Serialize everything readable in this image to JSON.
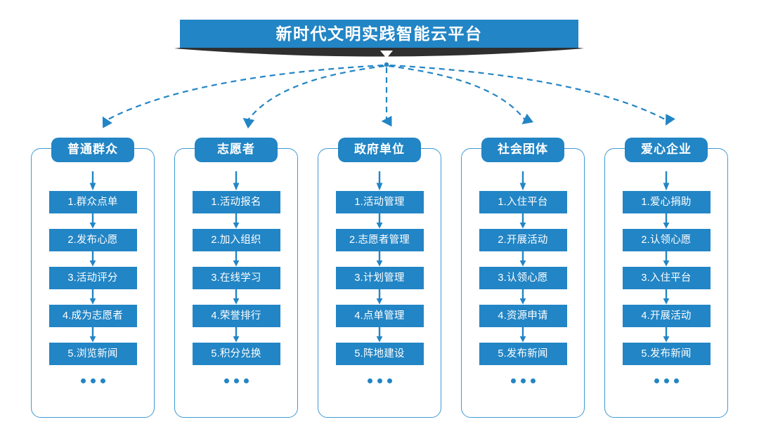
{
  "header": {
    "title": "新时代文明实践智能云平台",
    "chevron_icon": "chevron-down-icon"
  },
  "colors": {
    "primary": "#2285c5",
    "frame_border": "#3f9ad4",
    "ribbon": "#2f2f2f",
    "background": "#ffffff",
    "text_on_primary": "#ffffff"
  },
  "ellipsis_label": "...",
  "columns": [
    {
      "id": "public",
      "header": "普通群众",
      "steps": [
        "1.群众点单",
        "2.发布心愿",
        "3.活动评分",
        "4.成为志愿者",
        "5.浏览新闻"
      ],
      "more": true
    },
    {
      "id": "volunteer",
      "header": "志愿者",
      "steps": [
        "1.活动报名",
        "2.加入组织",
        "3.在线学习",
        "4.荣誉排行",
        "5.积分兑换"
      ],
      "more": true
    },
    {
      "id": "government",
      "header": "政府单位",
      "steps": [
        "1.活动管理",
        "2.志愿者管理",
        "3.计划管理",
        "4.点单管理",
        "5.阵地建设"
      ],
      "more": true
    },
    {
      "id": "social-group",
      "header": "社会团体",
      "steps": [
        "1.入住平台",
        "2.开展活动",
        "3.认领心愿",
        "4.资源申请",
        "5.发布新闻"
      ],
      "more": true
    },
    {
      "id": "enterprise",
      "header": "爱心企业",
      "steps": [
        "1.爱心捐助",
        "2.认领心愿",
        "3.入住平台",
        "4.开展活动",
        "5.发布新闻"
      ],
      "more": true
    }
  ]
}
